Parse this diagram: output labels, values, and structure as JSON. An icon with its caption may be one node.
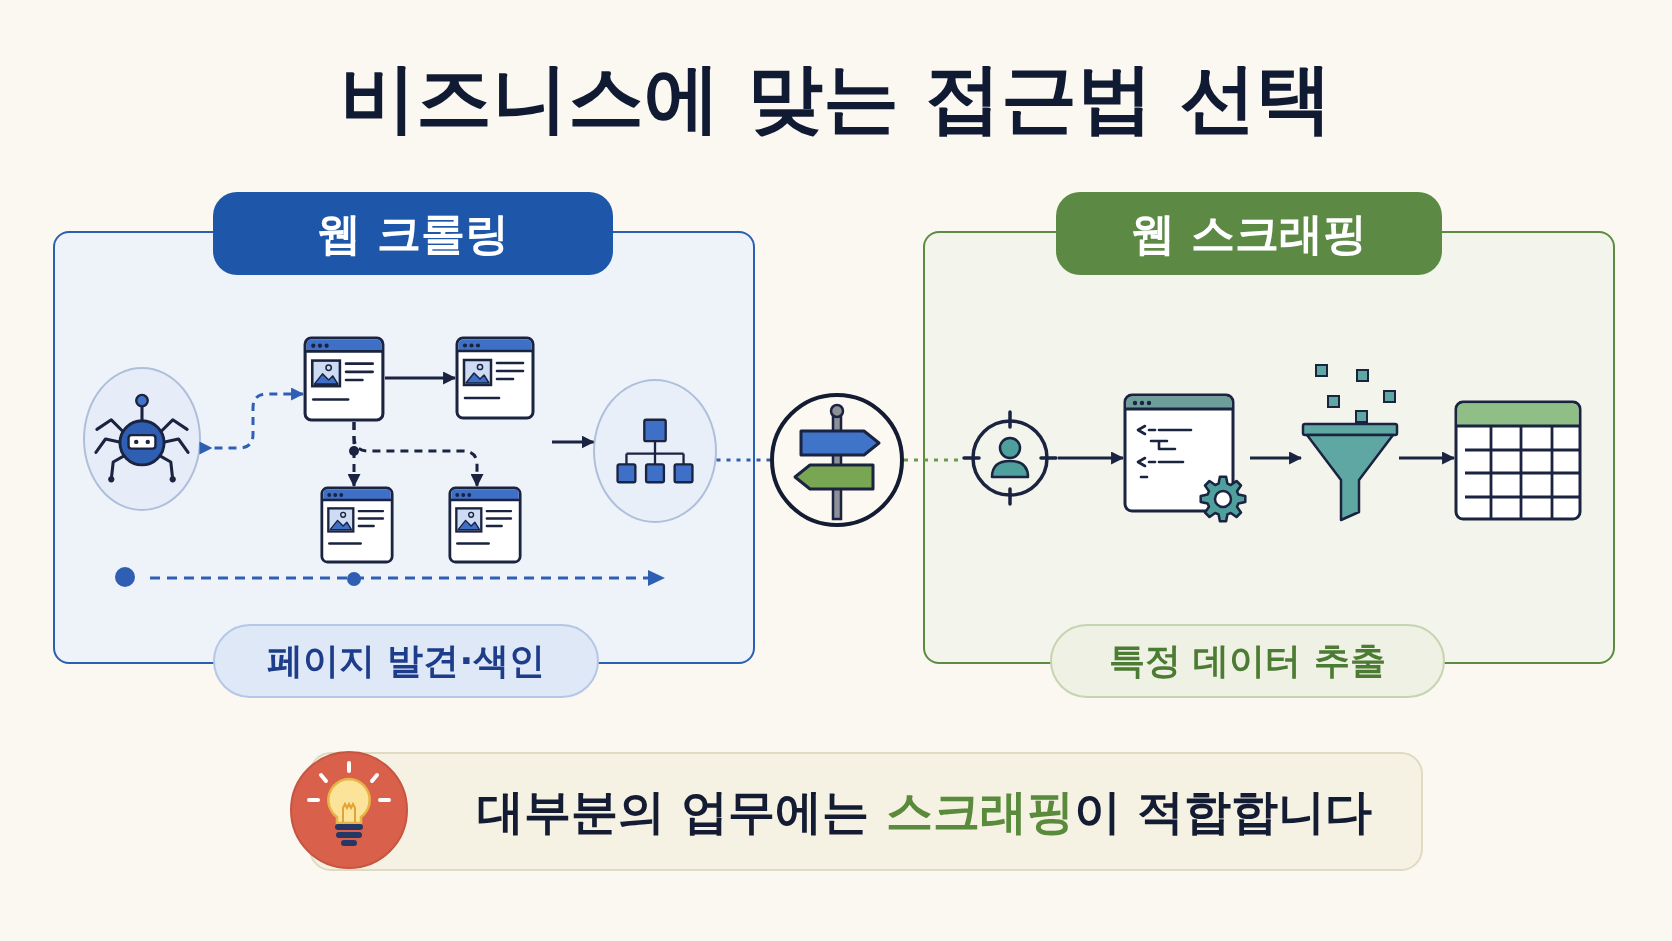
{
  "diagram": {
    "title": "비즈니스에 맞는 접근법 선택",
    "nodes": [
      {
        "text": [],
        "shape": "box"
      },
      {
        "text": [
          "웹 크롤링"
        ]
      },
      {
        "text": [],
        "shape": "circle",
        "in": 0
      },
      {
        "text": [],
        "shape": "picture",
        "in": 0
      },
      {
        "text": [],
        "shape": "picture",
        "in": 0
      },
      {
        "text": [],
        "shape": "picture",
        "in": 0
      },
      {
        "text": [],
        "shape": "picture",
        "in": 0
      },
      {
        "text": [],
        "shape": "circle",
        "in": 0
      },
      {
        "text": [
          "페이지 발견·색인"
        ]
      },
      {
        "text": [],
        "shape": "circle"
      },
      {
        "text": [],
        "shape": "box"
      },
      {
        "text": [
          "웹 스크래핑"
        ]
      },
      {
        "text": [],
        "shape": "picture",
        "in": 10
      },
      {
        "text": [],
        "shape": "picture",
        "in": 10
      },
      {
        "text": [],
        "shape": "picture",
        "in": 10
      },
      {
        "text": [],
        "shape": "picture",
        "in": 10
      },
      {
        "text": [
          "특정 데이터 추출"
        ]
      },
      {
        "text": [
          "대부분의 업무에는 **스크래핑**이 적합합니다"
        ]
      }
    ],
    "edges": [
      {
        "from": 2,
        "to": 3,
        "arrow": "to",
        "style": "dashed",
        "color": "#2f5fb3"
      },
      {
        "from": 3,
        "to": 4,
        "arrow": "to"
      },
      {
        "from": 3,
        "to": 5,
        "arrow": "to",
        "style": "dashed"
      },
      {
        "from": 3,
        "to": 6,
        "arrow": "to",
        "style": "dashed"
      },
      {
        "from": null,
        "to": 7,
        "arrow": "to"
      },
      {
        "from": 7,
        "to": 9,
        "arrow": "none",
        "style": "dashed",
        "color": "#2f5fb3"
      },
      {
        "from": 9,
        "to": 12,
        "arrow": "none",
        "style": "dashed",
        "color": "#6a9a4c"
      },
      {
        "from": 12,
        "to": 13,
        "arrow": "to"
      },
      {
        "from": 13,
        "to": 14,
        "arrow": "to"
      },
      {
        "from": 14,
        "to": 15,
        "arrow": "to"
      }
    ]
  }
}
